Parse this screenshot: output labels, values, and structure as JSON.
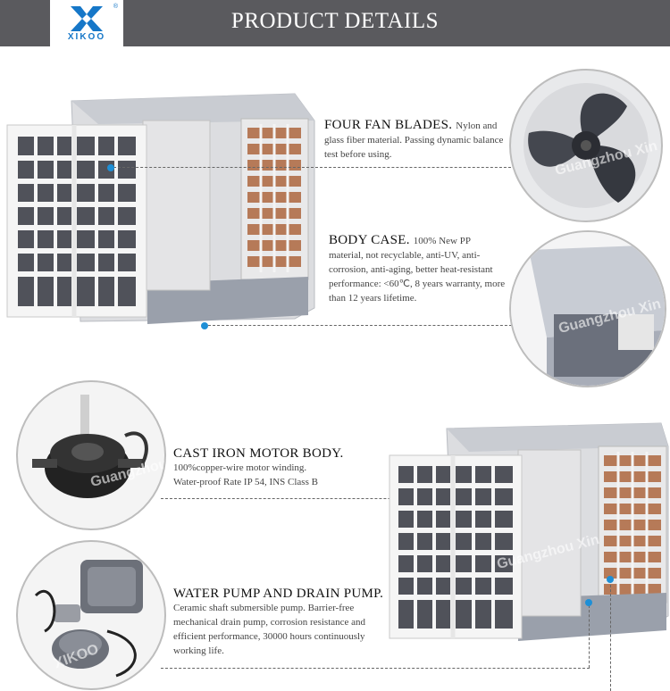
{
  "brand": {
    "name": "XIKOO",
    "registered_mark": "®",
    "color": "#1677c8"
  },
  "header": {
    "title": "PRODUCT DETAILS",
    "background": "#5a5a5e"
  },
  "accent_color": "#1e8fd6",
  "watermark": {
    "text": "Guangzhou Xin",
    "brand": "XIKOO"
  },
  "features": [
    {
      "title": "FOUR FAN BLADES.",
      "description": "Nylon and glass fiber material. Passing dynamic balance test before using."
    },
    {
      "title": "BODY CASE.",
      "description": "100% New PP material, not recyclable, anti-UV, anti-corrosion, anti-aging, better heat-resistant performance: <60℃, 8 years warranty, more than 12 years lifetime."
    },
    {
      "title": "CAST IRON MOTOR BODY.",
      "description_lines": [
        "100%copper-wire motor winding.",
        "Water-proof Rate IP 54, INS Class B"
      ]
    },
    {
      "title": "WATER PUMP AND DRAIN PUMP.",
      "description": "Ceramic shaft submersible pump. Barrier-free mechanical drain pump, corrosion resistance and efficient performance, 30000 hours continuously working life."
    }
  ],
  "zoom_images": [
    "fan-blade",
    "body-case-corner",
    "motor",
    "water-pump"
  ]
}
